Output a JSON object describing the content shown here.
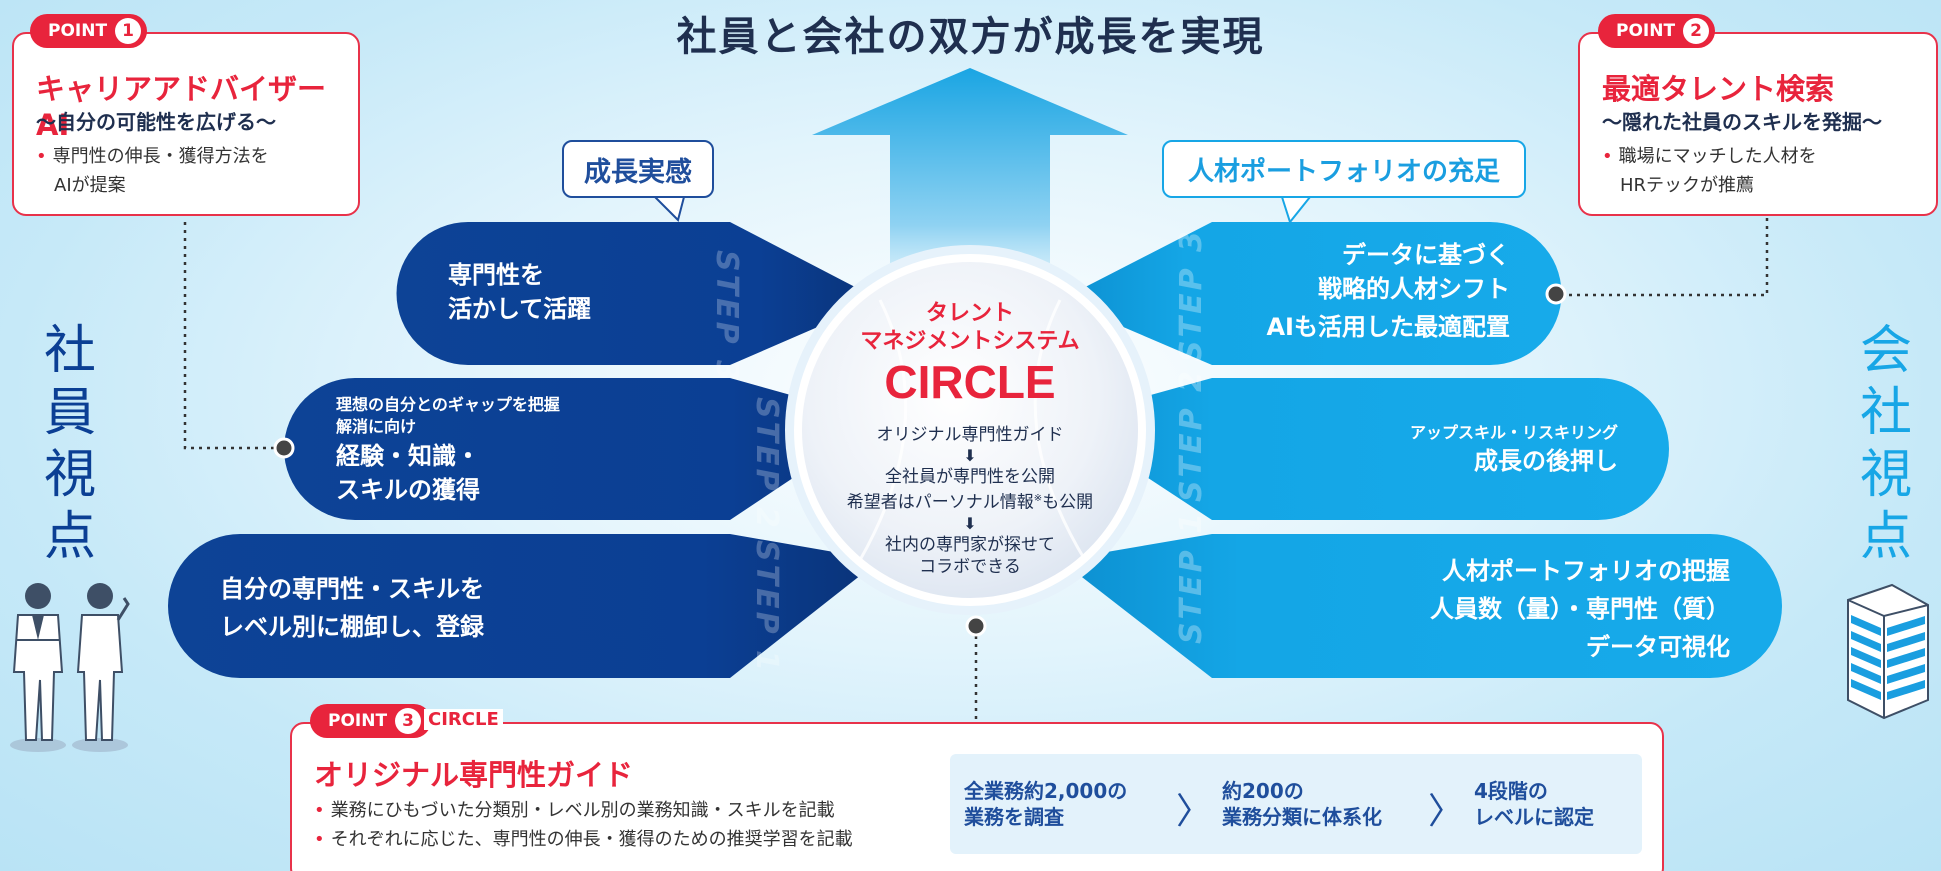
{
  "title": "社員と会社の双方が成長を実現",
  "point1": {
    "badge": "POINT",
    "num": "1",
    "heading": "キャリアアドバイザーAI",
    "subtitle": "〜自分の可能性を広げる〜",
    "bullet_line1": "専門性の伸長・獲得方法を",
    "bullet_line2": "AIが提案"
  },
  "point2": {
    "badge": "POINT",
    "num": "2",
    "heading": "最適タレント検索",
    "subtitle": "〜隠れた社員のスキルを発掘〜",
    "bullet_line1": "職場にマッチした人材を",
    "bullet_line2": "HRテックが推薦"
  },
  "point3": {
    "badge": "POINT",
    "num": "3",
    "badge_suffix": "CIRCLE",
    "heading": "オリジナル専門性ガイド",
    "bullets": [
      "業務にひもづいた分類別・レベル別の業務知識・スキルを記載",
      "それぞれに応じた、専門性の伸長・獲得のための推奨学習を記載"
    ],
    "flow": [
      {
        "line1": "全業務約2,000の",
        "line2": "業務を調査"
      },
      {
        "line1": "約200の",
        "line2": "業務分類に体系化"
      },
      {
        "line1": "4段階の",
        "line2": "レベルに認定"
      }
    ]
  },
  "callout_left": "成長実感",
  "callout_right": "人材ポートフォリオの充足",
  "side_left": [
    "社",
    "員",
    "視",
    "点"
  ],
  "side_right": [
    "会",
    "社",
    "視",
    "点"
  ],
  "left_steps": {
    "step3": {
      "label": "STEP 3",
      "line1": "専門性を",
      "line2": "活かして活躍"
    },
    "step2": {
      "label": "STEP 2",
      "small1": "理想の自分とのギャップを把握",
      "small2": "解消に向け",
      "line1": "経験・知識・",
      "line2": "スキルの獲得"
    },
    "step1": {
      "label": "STEP 1",
      "line1": "自分の専門性・スキルを",
      "line2": "レベル別に棚卸し、登録"
    }
  },
  "right_steps": {
    "step3": {
      "label": "STEP 3",
      "line1": "データに基づく",
      "line2": "戦略的人材シフト",
      "line3": "AIも活用した最適配置"
    },
    "step2": {
      "label": "STEP 2",
      "small1": "アップスキル・リスキリング",
      "line1": "成長の後押し"
    },
    "step1": {
      "label": "STEP 1",
      "line1": "人材ポートフォリオの把握",
      "line2": "人員数（量）・専門性（質）",
      "line3": "データ可視化"
    }
  },
  "center": {
    "line1": "タレント",
    "line2": "マネジメントシステム",
    "brand": "CIRCLE",
    "item1": "オリジナル専門性ガイド",
    "arrow": "⬇",
    "item2a": "全社員が専門性を公開",
    "item2b": "希望者はパーソナル情報",
    "item2b_sup": "※",
    "item2b_tail": "も公開",
    "item3a": "社内の専門家が探せて",
    "item3b": "コラボできる"
  },
  "colors": {
    "navy": "#0b3f94",
    "cyan": "#14a6e6",
    "red": "#e8243c",
    "title": "#1f2f4f"
  }
}
